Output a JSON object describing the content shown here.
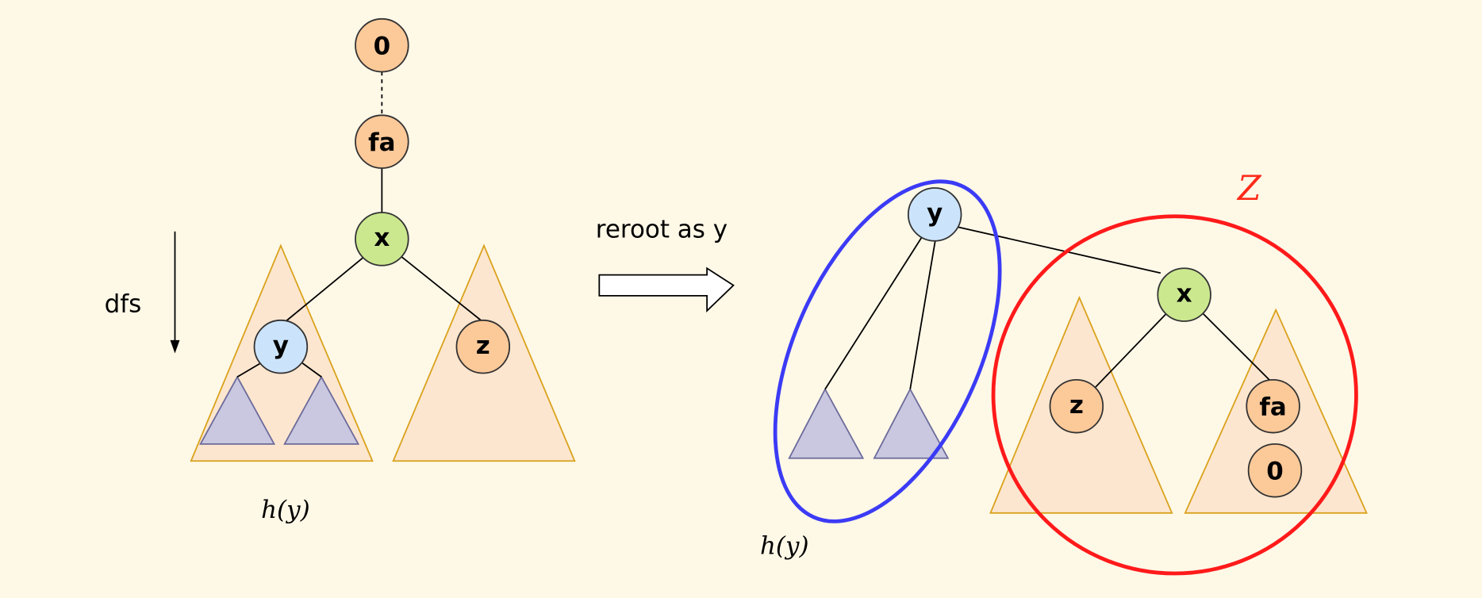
{
  "colors": {
    "background": "#fef8e7",
    "orange_node": "#fcc999",
    "blue_node": "#cce4fb",
    "green_node": "#cbe88f",
    "subtree": "#fde6cf",
    "small_subtree": "#c9c8e0",
    "blue_ellipse": "#3b3bf5",
    "red_circle": "#ff1a1a"
  },
  "left": {
    "nodes": {
      "zero": "0",
      "fa": "fa",
      "x": "x",
      "y": "y",
      "z": "z"
    },
    "dfs_label": "dfs",
    "h_label": "h(y)"
  },
  "middle": {
    "arrow_label": "reroot as y"
  },
  "right": {
    "nodes": {
      "y": "y",
      "x": "x",
      "z": "z",
      "fa": "fa",
      "zero": "0"
    },
    "h_label": "h(y)",
    "Z_label": "Z"
  }
}
